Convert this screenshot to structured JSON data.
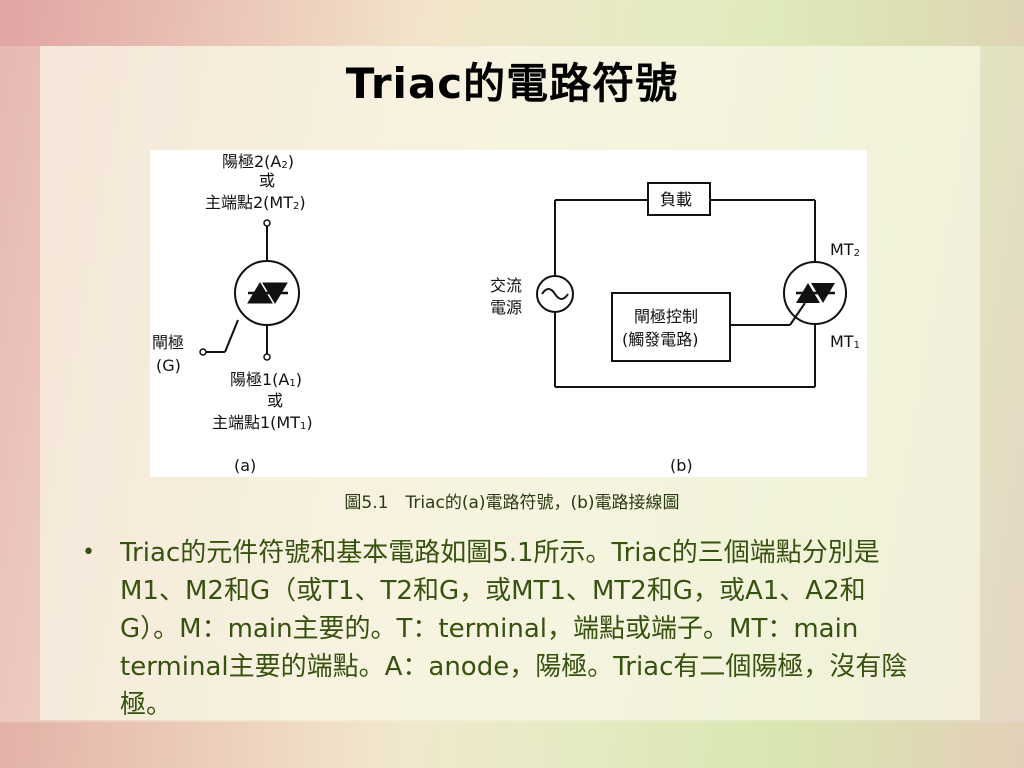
{
  "slide": {
    "title": "Triac的電路符號",
    "caption": "圖5.1　Triac的(a)電路符號，(b)電路接線圖",
    "bullet_text": "Triac的元件符號和基本電路如圖5.1所示。Triac的三個端點分別是M1、M2和G（或T1、T2和G，或MT1、MT2和G，或A1、A2和G）。M：main主要的。T：terminal，端點或端子。MT：main terminal主要的端點。A：anode，陽極。Triac有二個陽極，沒有陰極。"
  },
  "figure_a": {
    "top_label_line1": "陽極2(A",
    "top_label_sub1": "2",
    "top_label_line1_close": ")",
    "top_label_or": "或",
    "top_label_line3": "主端點2(MT",
    "top_label_sub3": "2",
    "top_label_line3_close": ")",
    "gate_label_line1": "閘極",
    "gate_label_line2": "(G)",
    "bottom_label_line1": "陽極1(A",
    "bottom_label_sub1": "1",
    "bottom_label_line1_close": ")",
    "bottom_label_or": "或",
    "bottom_label_line3": "主端點1(MT",
    "bottom_label_sub3": "1",
    "bottom_label_line3_close": ")",
    "panel_label": "(a)"
  },
  "figure_b": {
    "load_label": "負載",
    "source_label_line1": "交流",
    "source_label_line2": "電源",
    "gate_control_line1": "閘極控制",
    "gate_control_line2": "(觸發電路)",
    "mt2_label": "MT",
    "mt2_sub": "2",
    "mt1_label": "MT",
    "mt1_sub": "1",
    "panel_label": "(b)"
  }
}
